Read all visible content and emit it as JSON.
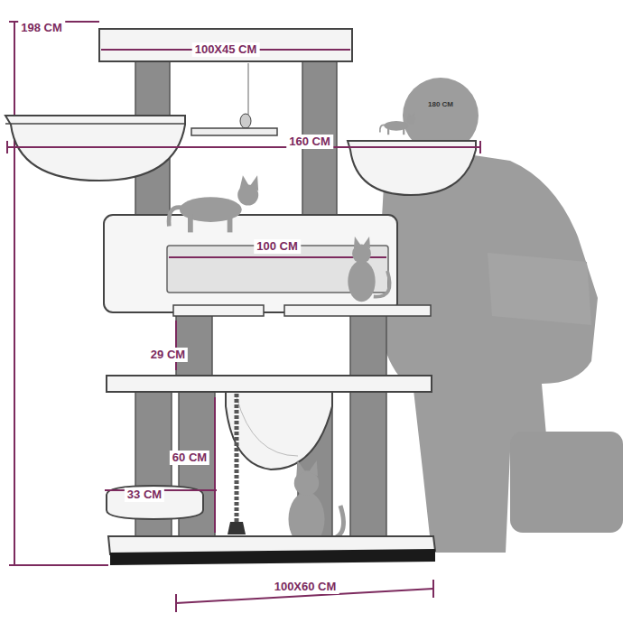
{
  "diagram": {
    "labels": [
      "198 CM",
      "100X45 CM",
      "180 CM",
      "160 CM",
      "100 CM",
      "29 CM",
      "60 CM",
      "33 CM",
      "100X60 CM"
    ]
  }
}
